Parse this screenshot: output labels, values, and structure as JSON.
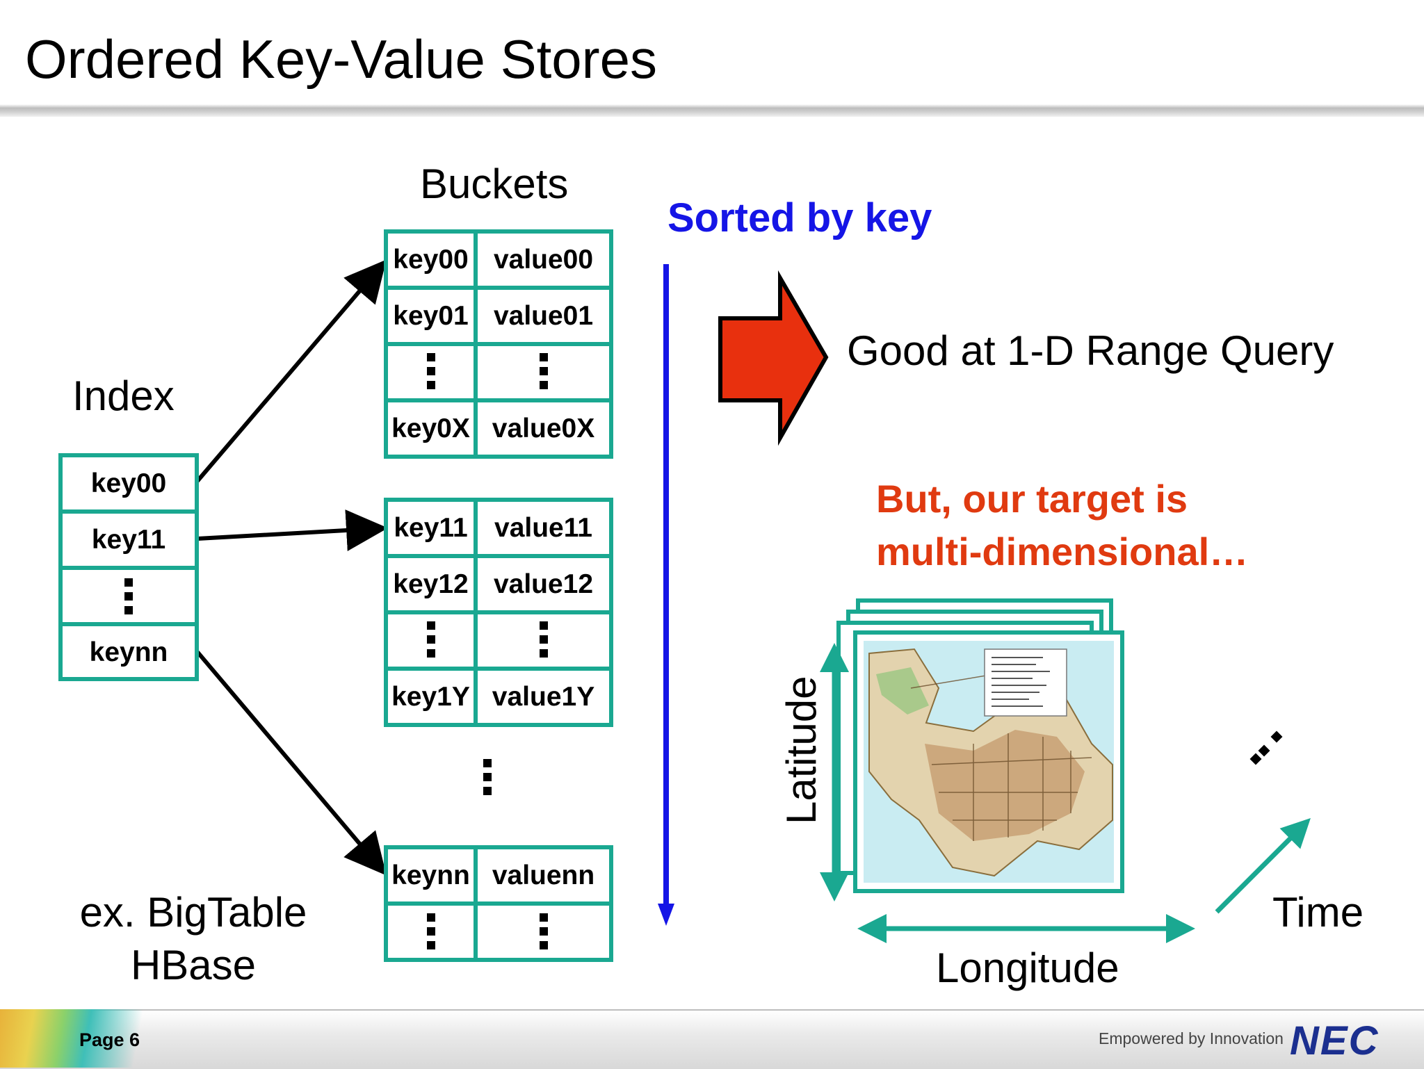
{
  "slide": {
    "title": "Ordered Key-Value Stores"
  },
  "index": {
    "label": "Index",
    "items": [
      "key00",
      "key11",
      "keynn"
    ]
  },
  "buckets": {
    "label": "Buckets",
    "groups": [
      {
        "rows": [
          [
            "key00",
            "value00"
          ],
          [
            "key01",
            "value01"
          ],
          [
            "key0X",
            "value0X"
          ]
        ]
      },
      {
        "rows": [
          [
            "key11",
            "value11"
          ],
          [
            "key12",
            "value12"
          ],
          [
            "key1Y",
            "value1Y"
          ]
        ]
      },
      {
        "rows": [
          [
            "keynn",
            "valuenn"
          ]
        ]
      }
    ]
  },
  "sorted": {
    "label": "Sorted by key"
  },
  "conclusion": {
    "text": "Good at 1-D Range Query"
  },
  "target": {
    "line1": "But, our target is",
    "line2": "multi-dimensional…"
  },
  "cube": {
    "lat_label": "Latitude",
    "lon_label": "Longitude",
    "time_label": "Time"
  },
  "example": {
    "line1": "ex. BigTable",
    "line2": "HBase"
  },
  "footer": {
    "page": "Page 6",
    "slogan": "Empowered by Innovation",
    "brand": "NEC"
  },
  "colors": {
    "teal": "#1aa891",
    "blue": "#1515e6",
    "red_arrow": "#e8300e",
    "orange_text": "#e03a10",
    "brand_blue": "#1b2f8f"
  }
}
